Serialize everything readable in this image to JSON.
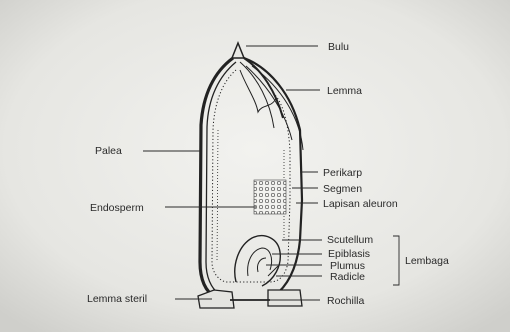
{
  "diagram": {
    "labels": {
      "bulu": "Bulu",
      "lemma": "Lemma",
      "palea": "Palea",
      "perikarp": "Perikarp",
      "segmen": "Segmen",
      "lapisan_aleuron": "Lapisan aleuron",
      "endosperm": "Endosperm",
      "scutellum": "Scutellum",
      "epiblasis": "Epiblasis",
      "plumus": "Plumus",
      "radicle": "Radicle",
      "lembaga": "Lembaga",
      "lemma_steril": "Lemma steril",
      "rochilla": "Rochilla"
    }
  }
}
